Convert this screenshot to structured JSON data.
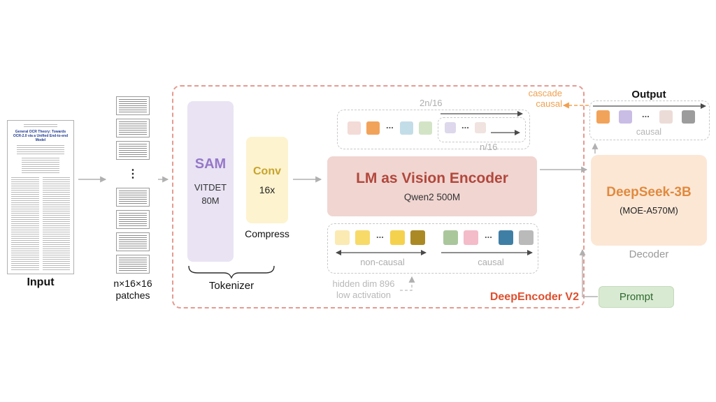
{
  "input": {
    "label": "Input",
    "doc_title": "General OCR Theory: Towards OCR-2.0 via a Unified End-to-end Model"
  },
  "patches": {
    "label_line1": "n×16×16",
    "label_line2": "patches",
    "ellipsis": "⋮"
  },
  "encoder": {
    "name": "DeepEncoder V2",
    "sam": {
      "title": "SAM",
      "sub1": "VITDET",
      "sub2": "80M"
    },
    "conv": {
      "title": "Conv",
      "sub": "16x"
    },
    "tokenizer_label": "Tokenizer",
    "compress_label": "Compress",
    "lm": {
      "title": "LM as Vision Encoder",
      "sub": "Qwen2 500M"
    },
    "labels": {
      "two_n_16": "2n/16",
      "n_16": "n/16",
      "non_causal": "non-causal",
      "causal": "causal",
      "hidden_line1": "hidden dim 896",
      "hidden_line2": "low activation",
      "cascade_line1": "cascade",
      "cascade_line2": "causal"
    }
  },
  "output": {
    "label": "Output",
    "causal": "causal"
  },
  "decoder": {
    "title": "DeepSeek-3B",
    "sub": "(MOE-A570M)",
    "label": "Decoder",
    "prompt": "Prompt"
  },
  "ellipsis": "...",
  "tokens": {
    "top_a": [
      "background:#f3dbd7",
      "background:#f2a35a",
      "background:#c3dde8",
      "background:#d3e4c6"
    ],
    "top_b": [
      "background:#ded8ec",
      "background:#f0e3e0"
    ],
    "bottom_nc": [
      "background:#fbeab2",
      "background:#f8da69",
      "background:#f5d24d",
      "background:#ab8a25"
    ],
    "bottom_c": [
      "background:#aac79c",
      "background:#f4bbc8",
      "background:#3f7fa6",
      "background:#bababa"
    ],
    "output": [
      "background:#f2a35a",
      "background:#c9bde6",
      "background:#ecdcd8",
      "background:#9c9c9c"
    ]
  },
  "colors": {
    "encoder_border": "#e59a90",
    "sam_bg": "#e9e3f3",
    "sam_text": "#9678c8",
    "conv_bg": "#fdf3cf",
    "conv_text": "#c7a42c",
    "lm_bg": "#f0d5d1",
    "lm_text": "#b2473c",
    "deepseek_bg": "#fce7d5",
    "deepseek_text": "#e08a3e",
    "prompt_bg": "#d9ead3",
    "prompt_text": "#2e6b2e",
    "deepencoder_text": "#df4f2e",
    "cascade_text": "#f0a050",
    "gray_label": "#aeaeae"
  }
}
